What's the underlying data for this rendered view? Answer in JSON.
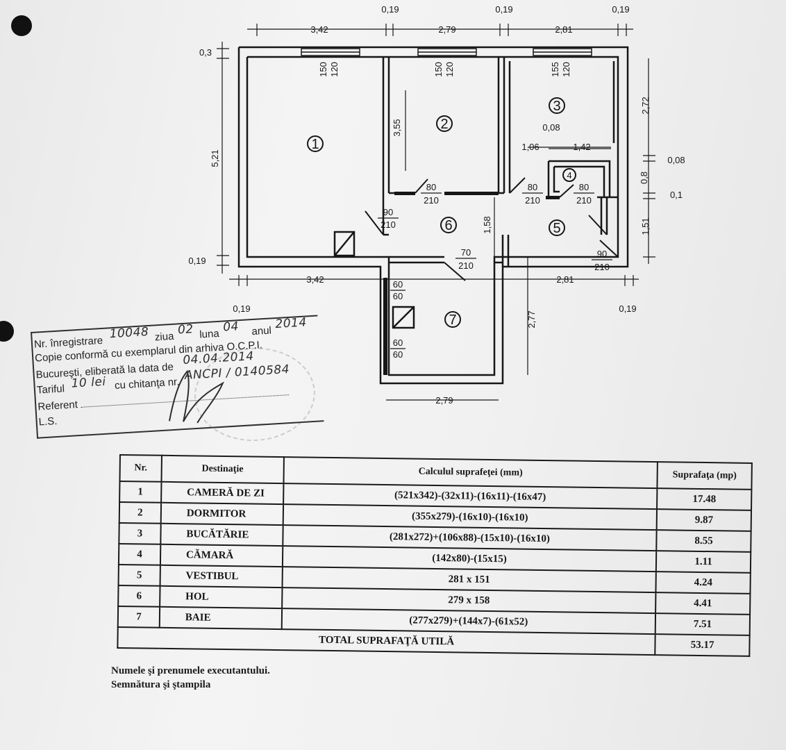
{
  "plan": {
    "dims_top": [
      "3,42",
      "0,19",
      "2,79",
      "0,19",
      "2,81",
      "0,19"
    ],
    "dims_left": [
      "0,3",
      "5,21",
      "0,19"
    ],
    "dims_right": [
      "2,72",
      "0,08",
      "0,8",
      "0,1",
      "1,51"
    ],
    "dims_bottom": [
      "3,42",
      "2,81",
      "0,19",
      "0,19",
      "2,79"
    ],
    "inner_dims": {
      "room2_height": "3,55",
      "room3_a": "0,08",
      "room3_b": "1,06",
      "room3_c": "1,42",
      "hall_height": "1,58",
      "bath_height": "2,77"
    },
    "windows": [
      {
        "top": "150",
        "bottom": "120"
      },
      {
        "top": "150",
        "bottom": "120"
      },
      {
        "top": "155",
        "bottom": "120"
      }
    ],
    "doors": [
      {
        "w": "80",
        "h": "210"
      },
      {
        "w": "80",
        "h": "210"
      },
      {
        "w": "80",
        "h": "210"
      },
      {
        "w": "90",
        "h": "210"
      },
      {
        "w": "70",
        "h": "210"
      },
      {
        "w": "90",
        "h": "210"
      }
    ],
    "bath_items": [
      {
        "a": "60",
        "b": "60"
      },
      {
        "a": "60",
        "b": "60"
      }
    ],
    "room_numbers": [
      "1",
      "2",
      "3",
      "4",
      "5",
      "6",
      "7"
    ]
  },
  "stamp": {
    "line1_label": "Nr. înregistrare",
    "line1_hand": "10048",
    "ziua_label": "ziua",
    "ziua_hand": "02",
    "luna_label": "luna",
    "luna_hand": "04",
    "anul_label": "anul",
    "anul_hand": "2014",
    "line2_label": "Copie conformă cu exemplarul din arhiva O.C.P.I.",
    "line3_label": "Bucureşti, eliberată la data de",
    "line3_hand": "04.04.2014",
    "line4_label": "Tariful",
    "line4_hand_a": "10 lei",
    "line4_mid": "cu chitanţa nr.",
    "line4_hand_b": "ANCPI / 0140584",
    "line5_label": "Referent",
    "line6_label": "L.S."
  },
  "table": {
    "headers": [
      "Nr.",
      "Destinaţie",
      "Calculul suprafeţei (mm)",
      "Suprafaţa (mp)"
    ],
    "rows": [
      {
        "nr": "1",
        "name": "CAMERĂ DE ZI",
        "calc": "(521x342)-(32x11)-(16x11)-(16x47)",
        "area": "17.48"
      },
      {
        "nr": "2",
        "name": "DORMITOR",
        "calc": "(355x279)-(16x10)-(16x10)",
        "area": "9.87"
      },
      {
        "nr": "3",
        "name": "BUCĂTĂRIE",
        "calc": "(281x272)+(106x88)-(15x10)-(16x10)",
        "area": "8.55"
      },
      {
        "nr": "4",
        "name": "CĂMARĂ",
        "calc": "(142x80)-(15x15)",
        "area": "1.11"
      },
      {
        "nr": "5",
        "name": "VESTIBUL",
        "calc": "281 x 151",
        "area": "4.24"
      },
      {
        "nr": "6",
        "name": "HOL",
        "calc": "279 x 158",
        "area": "4.41"
      },
      {
        "nr": "7",
        "name": "BAIE",
        "calc": "(277x279)+(144x7)-(61x52)",
        "area": "7.51"
      }
    ],
    "total_label": "TOTAL SUPRAFAŢĂ UTILĂ",
    "total_value": "53.17"
  },
  "footer": {
    "line1": "Numele şi prenumele executantului.",
    "line2": "Semnătura şi ştampila"
  }
}
